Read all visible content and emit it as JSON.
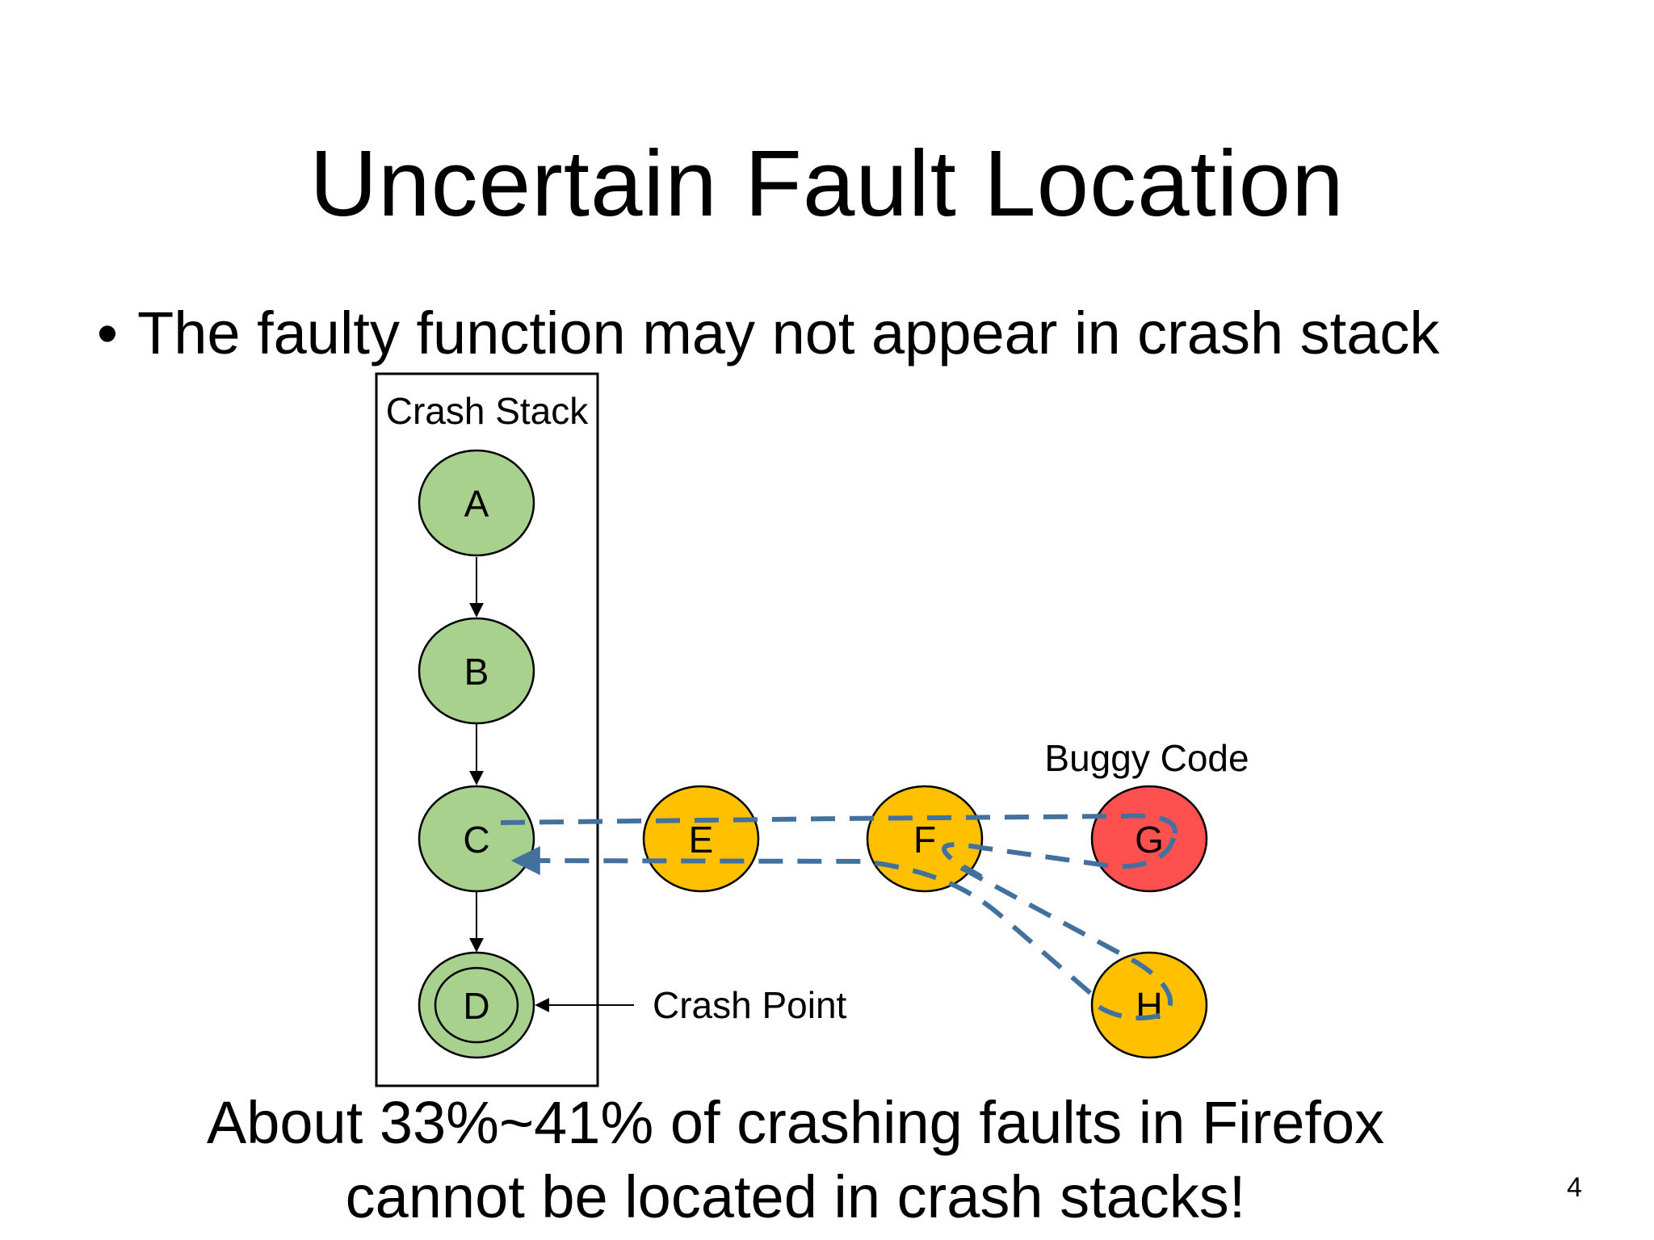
{
  "slide": {
    "title": "Uncertain Fault Location",
    "bullet": "The faulty function may not appear in crash stack",
    "conclusion_line1": "About 33%~41% of crashing faults in Firefox",
    "conclusion_line2": "cannot be located in crash stacks!",
    "page_number": "4"
  },
  "diagram": {
    "stack_label": "Crash Stack",
    "buggy_label": "Buggy Code",
    "crash_point_label": "Crash Point",
    "nodes": {
      "A": "A",
      "B": "B",
      "C": "C",
      "D": "D",
      "E": "E",
      "F": "F",
      "G": "G",
      "H": "H"
    }
  },
  "colors": {
    "stack_node": "#a9d18e",
    "other_node": "#ffc000",
    "buggy_node": "#ff5050",
    "path_dash": "#41719c"
  }
}
